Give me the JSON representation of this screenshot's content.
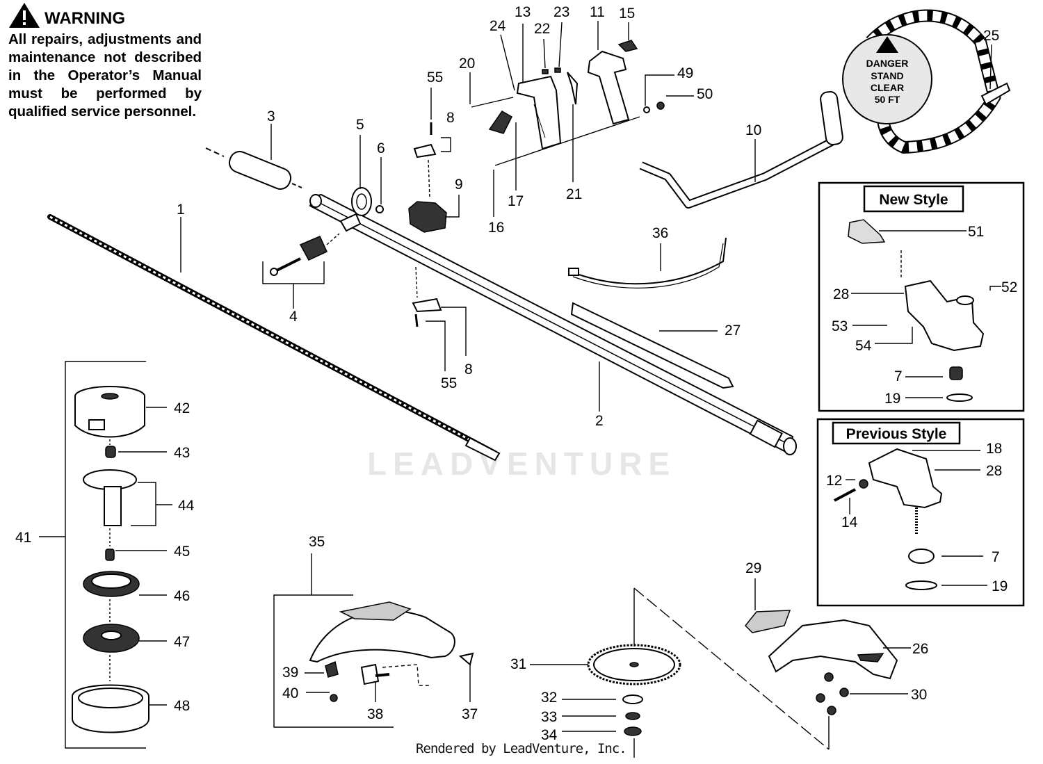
{
  "warning": {
    "icon": "warning-triangle-icon",
    "title": "WARNING",
    "text": "All repairs, adjustments and maintenance not described in the Operator’s Manual must be performed by qualified service personnel."
  },
  "danger_decal": {
    "line1": "DANGER",
    "line2": "STAND",
    "line3": "CLEAR",
    "line4": "50 FT"
  },
  "boxes": {
    "new_style": "New Style",
    "previous_style": "Previous Style"
  },
  "footer": "Rendered by LeadVenture, Inc.",
  "watermark": "LEADVENTURE",
  "callouts": {
    "c1": "1",
    "c2": "2",
    "c3": "3",
    "c4": "4",
    "c5": "5",
    "c6": "6",
    "c7a": "7",
    "c7b": "7",
    "c8a": "8",
    "c8b": "8",
    "c9": "9",
    "c10": "10",
    "c11": "11",
    "c12": "12",
    "c13": "13",
    "c14": "14",
    "c15": "15",
    "c16": "16",
    "c17": "17",
    "c18": "18",
    "c19a": "19",
    "c19b": "19",
    "c20": "20",
    "c21": "21",
    "c22": "22",
    "c23": "23",
    "c24": "24",
    "c25": "25",
    "c26": "26",
    "c27": "27",
    "c28a": "28",
    "c28b": "28",
    "c29": "29",
    "c30": "30",
    "c31": "31",
    "c32": "32",
    "c33": "33",
    "c34": "34",
    "c35": "35",
    "c36": "36",
    "c37": "37",
    "c38": "38",
    "c39": "39",
    "c40": "40",
    "c41": "41",
    "c42": "42",
    "c43": "43",
    "c44": "44",
    "c45": "45",
    "c46": "46",
    "c47": "47",
    "c48": "48",
    "c49": "49",
    "c50": "50",
    "c51": "51",
    "c52": "52",
    "c53": "53",
    "c54": "54",
    "c55a": "55",
    "c55b": "55"
  }
}
